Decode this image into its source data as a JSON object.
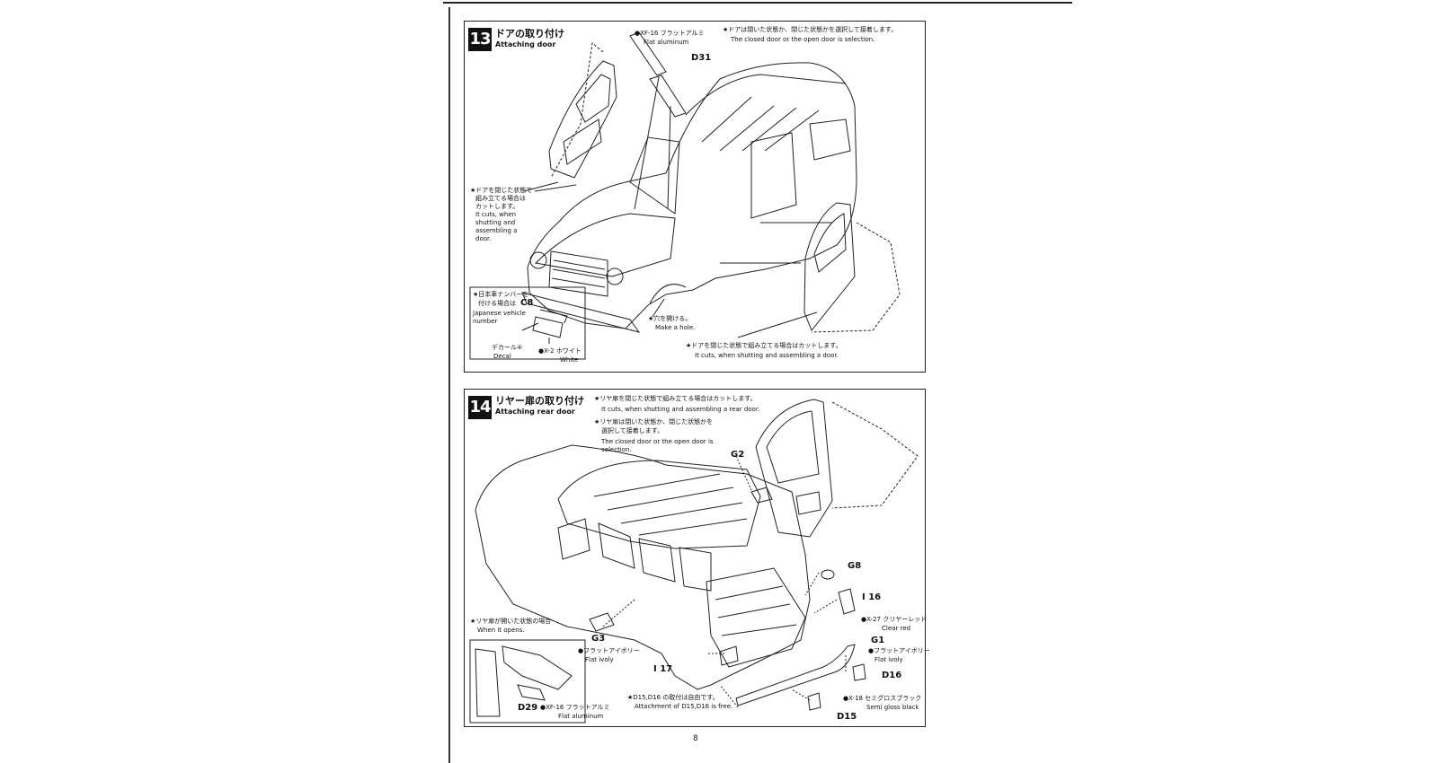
{
  "page_number": "8",
  "step13": {
    "number": "13",
    "title_jp": "ドアの取り付け",
    "title_en": "Attaching door",
    "paint_d31_jp": "●XF-16 フラットアルミ",
    "paint_d31_en": "Flat aluminum",
    "part_d31": "D31",
    "note_choice_jp": "★ドアは閉いた状態か、閉じた状態かを選択して接着します。",
    "note_choice_en": "The closed door or the open door is selection.",
    "note_cut_left_jp": [
      "★ドアを閉じた状態で",
      "組み立てる場合は",
      "カットします。"
    ],
    "note_cut_left_en": [
      "It cuts, when",
      "shutting and",
      "assembling a",
      "door."
    ],
    "inset_jp": [
      "★日本車ナンバーを",
      "付ける場合は"
    ],
    "inset_part": "C8",
    "inset_en": [
      "Japanese vehicle",
      "number"
    ],
    "decal_jp": "デカール④",
    "decal_en": "Decal",
    "paint_white_jp": "●X-2  ホワイト",
    "paint_white_en": "White",
    "note_hole_jp": "★穴を開ける。",
    "note_hole_en": "Make a hole.",
    "note_cut_right_jp": "★ドアを閉じた状態で組み立てる場合はカットします。",
    "note_cut_right_en": "It cuts, when shutting and assembling a door."
  },
  "step14": {
    "number": "14",
    "title_jp": "リヤー扉の取り付け",
    "title_en": "Attaching rear door",
    "note_cut_jp": "★リヤ扉を閉じた状態で組み立てる場合はカットします。",
    "note_cut_en": "It cuts, when shutting and assembling a rear door.",
    "note_choice_jp": [
      "★リヤ扉は閉いた状態か、閉じた状態かを",
      "選択して接着します。"
    ],
    "note_choice_en": [
      "The closed door or the open door is",
      "selection."
    ],
    "part_g2": "G2",
    "part_g8": "G8",
    "part_i16": "I 16",
    "paint_x27_jp": "●X-27 クリヤーレッド",
    "paint_x27_en": "Clear red",
    "part_g1": "G1",
    "paint_g1_jp": "●フラットアイボリー",
    "paint_g1_en": "Flat ivoly",
    "part_d16": "D16",
    "paint_x18_jp": "●X-18 セミグロスブラック",
    "paint_x18_en": "Semi gloss black",
    "part_d15": "D15",
    "note_d15_jp": "★D15,D16 の取付は自由です。",
    "note_d15_en": "Attachment of D15,D16 is free.",
    "part_i17": "I 17",
    "part_g3": "G3",
    "paint_g3_jp": "●フラットアイボリー",
    "paint_g3_en": "Flat ivoly",
    "note_open_jp": "★リヤ扉が開いた状態の場合",
    "note_open_en": "When it opens.",
    "part_d29": "D29",
    "paint_d29_jp": "●XF-16 フラットアルミ",
    "paint_d29_en": "Flat aluminum"
  }
}
